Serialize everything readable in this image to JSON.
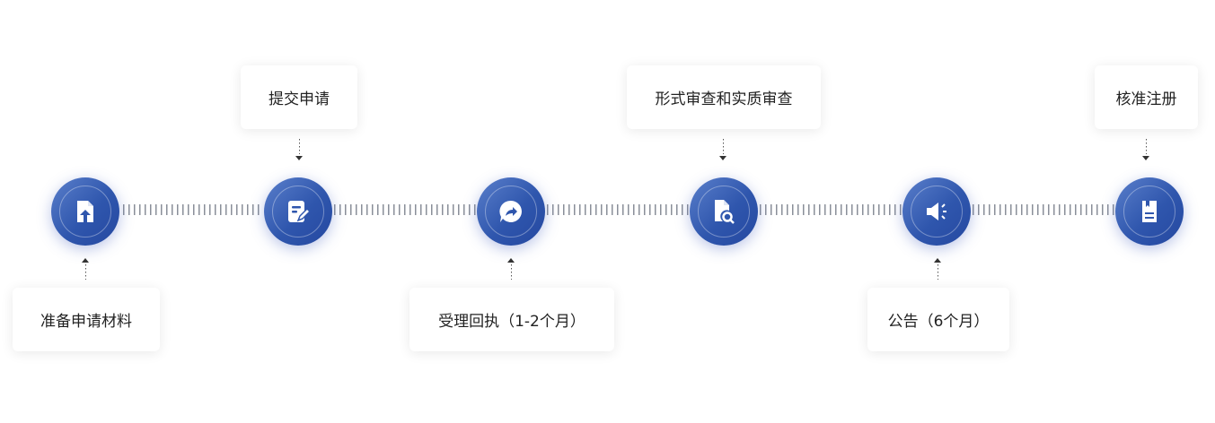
{
  "steps": [
    {
      "label": "准备申请材料",
      "icon": "file-upload-icon"
    },
    {
      "label": "提交申请",
      "icon": "edit-document-icon"
    },
    {
      "label": "受理回执（1-2个月）",
      "icon": "share-reply-icon"
    },
    {
      "label": "形式审查和实质审查",
      "icon": "document-search-icon"
    },
    {
      "label": "公告（6个月）",
      "icon": "announcement-speaker-icon"
    },
    {
      "label": "核准注册",
      "icon": "register-book-icon"
    }
  ],
  "colors": {
    "node": "#2f56ad",
    "node_light": "#5a7fcb"
  }
}
